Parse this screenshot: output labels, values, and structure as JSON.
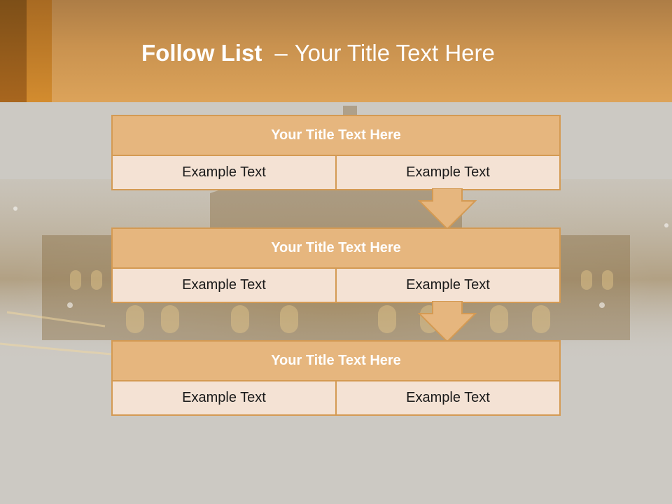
{
  "slide": {
    "title_bold": "Follow List",
    "title_separator": "–",
    "title_rest": "Your Title Text Here"
  },
  "flow": [
    {
      "title": "Your Title Text Here",
      "left": "Example Text",
      "right": "Example Text"
    },
    {
      "title": "Your Title Text Here",
      "left": "Example Text",
      "right": "Example Text"
    },
    {
      "title": "Your Title Text Here",
      "left": "Example Text",
      "right": "Example Text"
    }
  ],
  "colors": {
    "header": "#c9924f",
    "box_border": "#d49a53",
    "box_title_fill": "#e6b67e",
    "box_cell_fill": "#f4e2d4",
    "background": "#ccc9c3"
  }
}
